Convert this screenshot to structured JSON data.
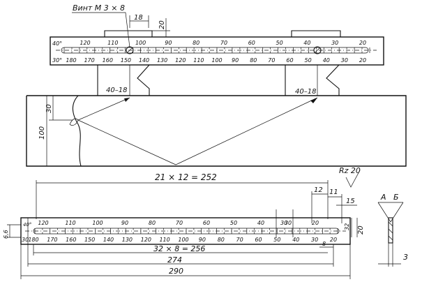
{
  "top_view": {
    "screw_label": "Винт М 3 × 8",
    "dim_18": "18",
    "dim_20": "20",
    "upper_scale_left": "40°",
    "lower_scale_left": "30°",
    "upper_scale": [
      "120",
      "110",
      "100",
      "90",
      "80",
      "70",
      "60",
      "50",
      "40",
      "30",
      "20"
    ],
    "lower_scale": [
      "180",
      "170",
      "160",
      "150",
      "140",
      "130",
      "120",
      "110",
      "100",
      "90",
      "80",
      "70",
      "60",
      "50",
      "40",
      "30",
      "20"
    ],
    "marker_left": "40–18",
    "marker_right": "40–18"
  },
  "middle_view": {
    "dim_30": "30",
    "dim_100": "100"
  },
  "bottom_view": {
    "dim_21x12": "21 × 12 = 252",
    "roughness": "Rz 20",
    "dim_12": "12",
    "dim_11": "11",
    "dim_15": "15",
    "upper_scale_left": "40°",
    "lower_scale_left": "30",
    "upper_scale": [
      "120",
      "110",
      "100",
      "90",
      "80",
      "70",
      "60",
      "50",
      "40",
      "30",
      "20"
    ],
    "lower_scale": [
      "180",
      "170",
      "160",
      "150",
      "140",
      "130",
      "120",
      "110",
      "100",
      "90",
      "80",
      "70",
      "60",
      "50",
      "40",
      "30",
      "20"
    ],
    "dim_30_small": "30",
    "dim_32": "32",
    "dim_20v": "20",
    "dim_8": "8",
    "dim_6_6": "6,6",
    "dim_32x8": "32 × 8 = 256",
    "dim_274": "274",
    "dim_290": "290"
  },
  "section": {
    "label_a": "А",
    "label_b": "Б",
    "dim_3": "3"
  }
}
